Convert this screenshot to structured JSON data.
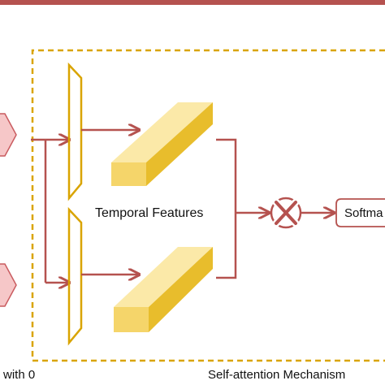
{
  "labels": {
    "temporal_features": "Temporal Features",
    "softmax": "Softma",
    "padding_note": "with 0",
    "mechanism": "Self-attention Mechanism"
  },
  "colors": {
    "arrow": "#b5524f",
    "dashed_border": "#d9a400",
    "trapezoid": "#d9a400",
    "block_front": "#f5d56a",
    "block_top": "#fbe9a8",
    "block_side": "#e8bd2c",
    "input_shape_fill": "#f6c7c8",
    "input_shape_stroke": "#c95b5f",
    "multiply_circle": "#b5524f",
    "softmax_box": "#b5524f",
    "top_bar": "#b5524f"
  },
  "icons": {
    "multiply": "x-multiply-icon"
  }
}
